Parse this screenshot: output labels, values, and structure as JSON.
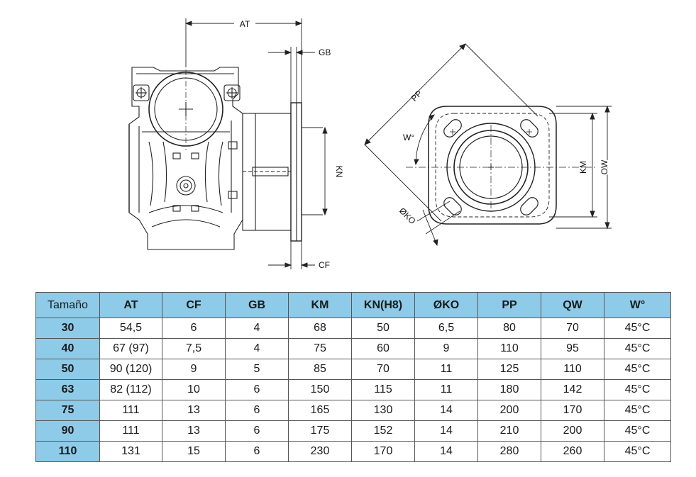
{
  "drawing": {
    "labels": {
      "at": "AT",
      "gb": "GB",
      "kn": "KN",
      "cf": "CF",
      "pp": "PP",
      "w": "W°",
      "ko": "ØKO",
      "km": "KM",
      "ow": "OW"
    }
  },
  "table": {
    "headers": [
      "Tamaño",
      "AT",
      "CF",
      "GB",
      "KM",
      "KN(H8)",
      "ØKO",
      "PP",
      "QW",
      "W°"
    ],
    "rows": [
      [
        "30",
        "54,5",
        "6",
        "4",
        "68",
        "50",
        "6,5",
        "80",
        "70",
        "45°C"
      ],
      [
        "40",
        "67 (97)",
        "7,5",
        "4",
        "75",
        "60",
        "9",
        "110",
        "95",
        "45°C"
      ],
      [
        "50",
        "90 (120)",
        "9",
        "5",
        "85",
        "70",
        "11",
        "125",
        "110",
        "45°C"
      ],
      [
        "63",
        "82 (112)",
        "10",
        "6",
        "150",
        "115",
        "11",
        "180",
        "142",
        "45°C"
      ],
      [
        "75",
        "111",
        "13",
        "6",
        "165",
        "130",
        "14",
        "200",
        "170",
        "45°C"
      ],
      [
        "90",
        "111",
        "13",
        "6",
        "175",
        "152",
        "14",
        "210",
        "200",
        "45°C"
      ],
      [
        "110",
        "131",
        "15",
        "6",
        "230",
        "170",
        "14",
        "280",
        "260",
        "45°C"
      ]
    ]
  },
  "colors": {
    "header_fill": "#8ecbe8",
    "line": "#222222"
  }
}
